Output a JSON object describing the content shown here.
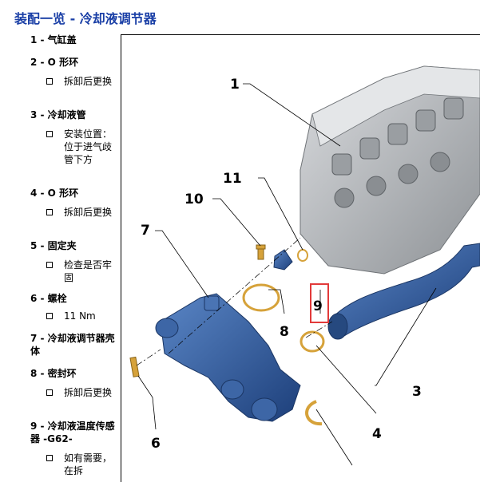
{
  "title": "装配一览 - 冷却液调节器",
  "legend": [
    {
      "label": "1 - 气缸盖"
    },
    {
      "label": "2 - O 形环",
      "note": "拆卸后更换"
    },
    {
      "label": "3 - 冷却液管",
      "note": "安装位置：位于进气歧管下方"
    },
    {
      "label": "4 - O 形环",
      "note": "拆卸后更换"
    },
    {
      "label": "5 - 固定夹",
      "note": "检查是否牢固"
    },
    {
      "label": "6 - 螺栓",
      "note": "11 Nm"
    },
    {
      "label": "7 - 冷却液调节器壳体"
    },
    {
      "label": "8 - 密封环",
      "note": "拆卸后更换"
    },
    {
      "label": "9 - 冷却液温度传感器 -G62-",
      "note": "如有需要，在拆"
    }
  ],
  "callouts": [
    "1",
    "3",
    "4",
    "6",
    "7",
    "8",
    "9",
    "10",
    "11"
  ],
  "colors": {
    "title": "#1a3fa6",
    "part_blue": "#2f5fa8",
    "head_grey": "#b9bcc0",
    "ring_gold": "#d6a23a",
    "highlight": "#e23a3a"
  }
}
